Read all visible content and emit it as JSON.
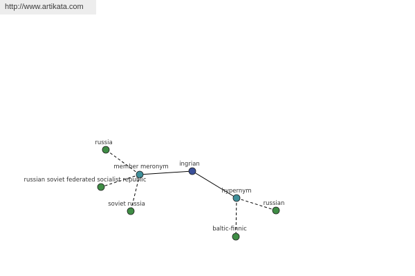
{
  "watermark": {
    "url": "http://www.artikata.com"
  },
  "colors": {
    "center_node": "#3a4f98",
    "relation_node": "#3f8f9a",
    "leaf_node": "#3f8d45",
    "node_stroke": "#1f1f1f",
    "edge": "#000000"
  },
  "graph": {
    "center": {
      "id": "ingrian",
      "label": "ingrian"
    },
    "relations": [
      {
        "id": "member-meronym",
        "label": "member meronym",
        "leaves": [
          {
            "id": "russia",
            "label": "russia"
          },
          {
            "id": "rsfsr",
            "label": "russian soviet federated socialist republic"
          },
          {
            "id": "soviet-russia",
            "label": "soviet russia"
          }
        ]
      },
      {
        "id": "hypernym",
        "label": "hypernym",
        "leaves": [
          {
            "id": "russian",
            "label": "russian"
          },
          {
            "id": "baltic-finnic",
            "label": "baltic-finnic"
          }
        ]
      }
    ]
  }
}
